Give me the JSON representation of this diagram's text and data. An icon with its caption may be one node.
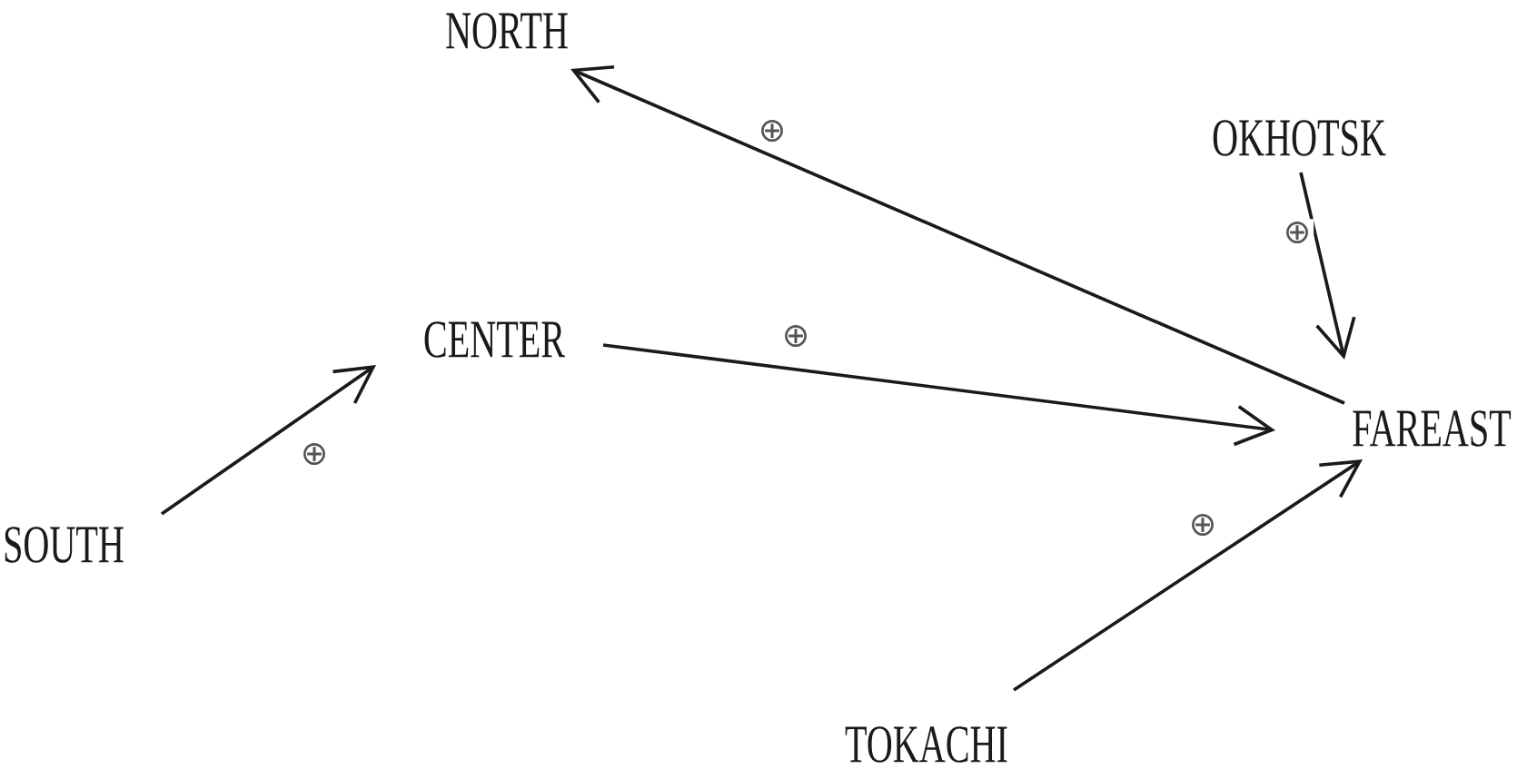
{
  "diagram": {
    "nodes": [
      {
        "text": [
          "NORTH"
        ]
      },
      {
        "text": [
          "OKHOTSK"
        ]
      },
      {
        "text": [
          "CENTER"
        ]
      },
      {
        "text": [
          "FAREAST"
        ]
      },
      {
        "text": [
          "SOUTH"
        ]
      },
      {
        "text": [
          "TOKACHI"
        ]
      }
    ],
    "edges": [
      {
        "from": 3,
        "to": 0,
        "arrow": "to",
        "label": "⊕"
      },
      {
        "from": 1,
        "to": 3,
        "arrow": "to",
        "label": "⊕"
      },
      {
        "from": 2,
        "to": 3,
        "arrow": "to",
        "label": "⊕"
      },
      {
        "from": 4,
        "to": 2,
        "arrow": "to",
        "label": "⊕"
      },
      {
        "from": 5,
        "to": 3,
        "arrow": "to",
        "label": "⊕"
      }
    ]
  }
}
